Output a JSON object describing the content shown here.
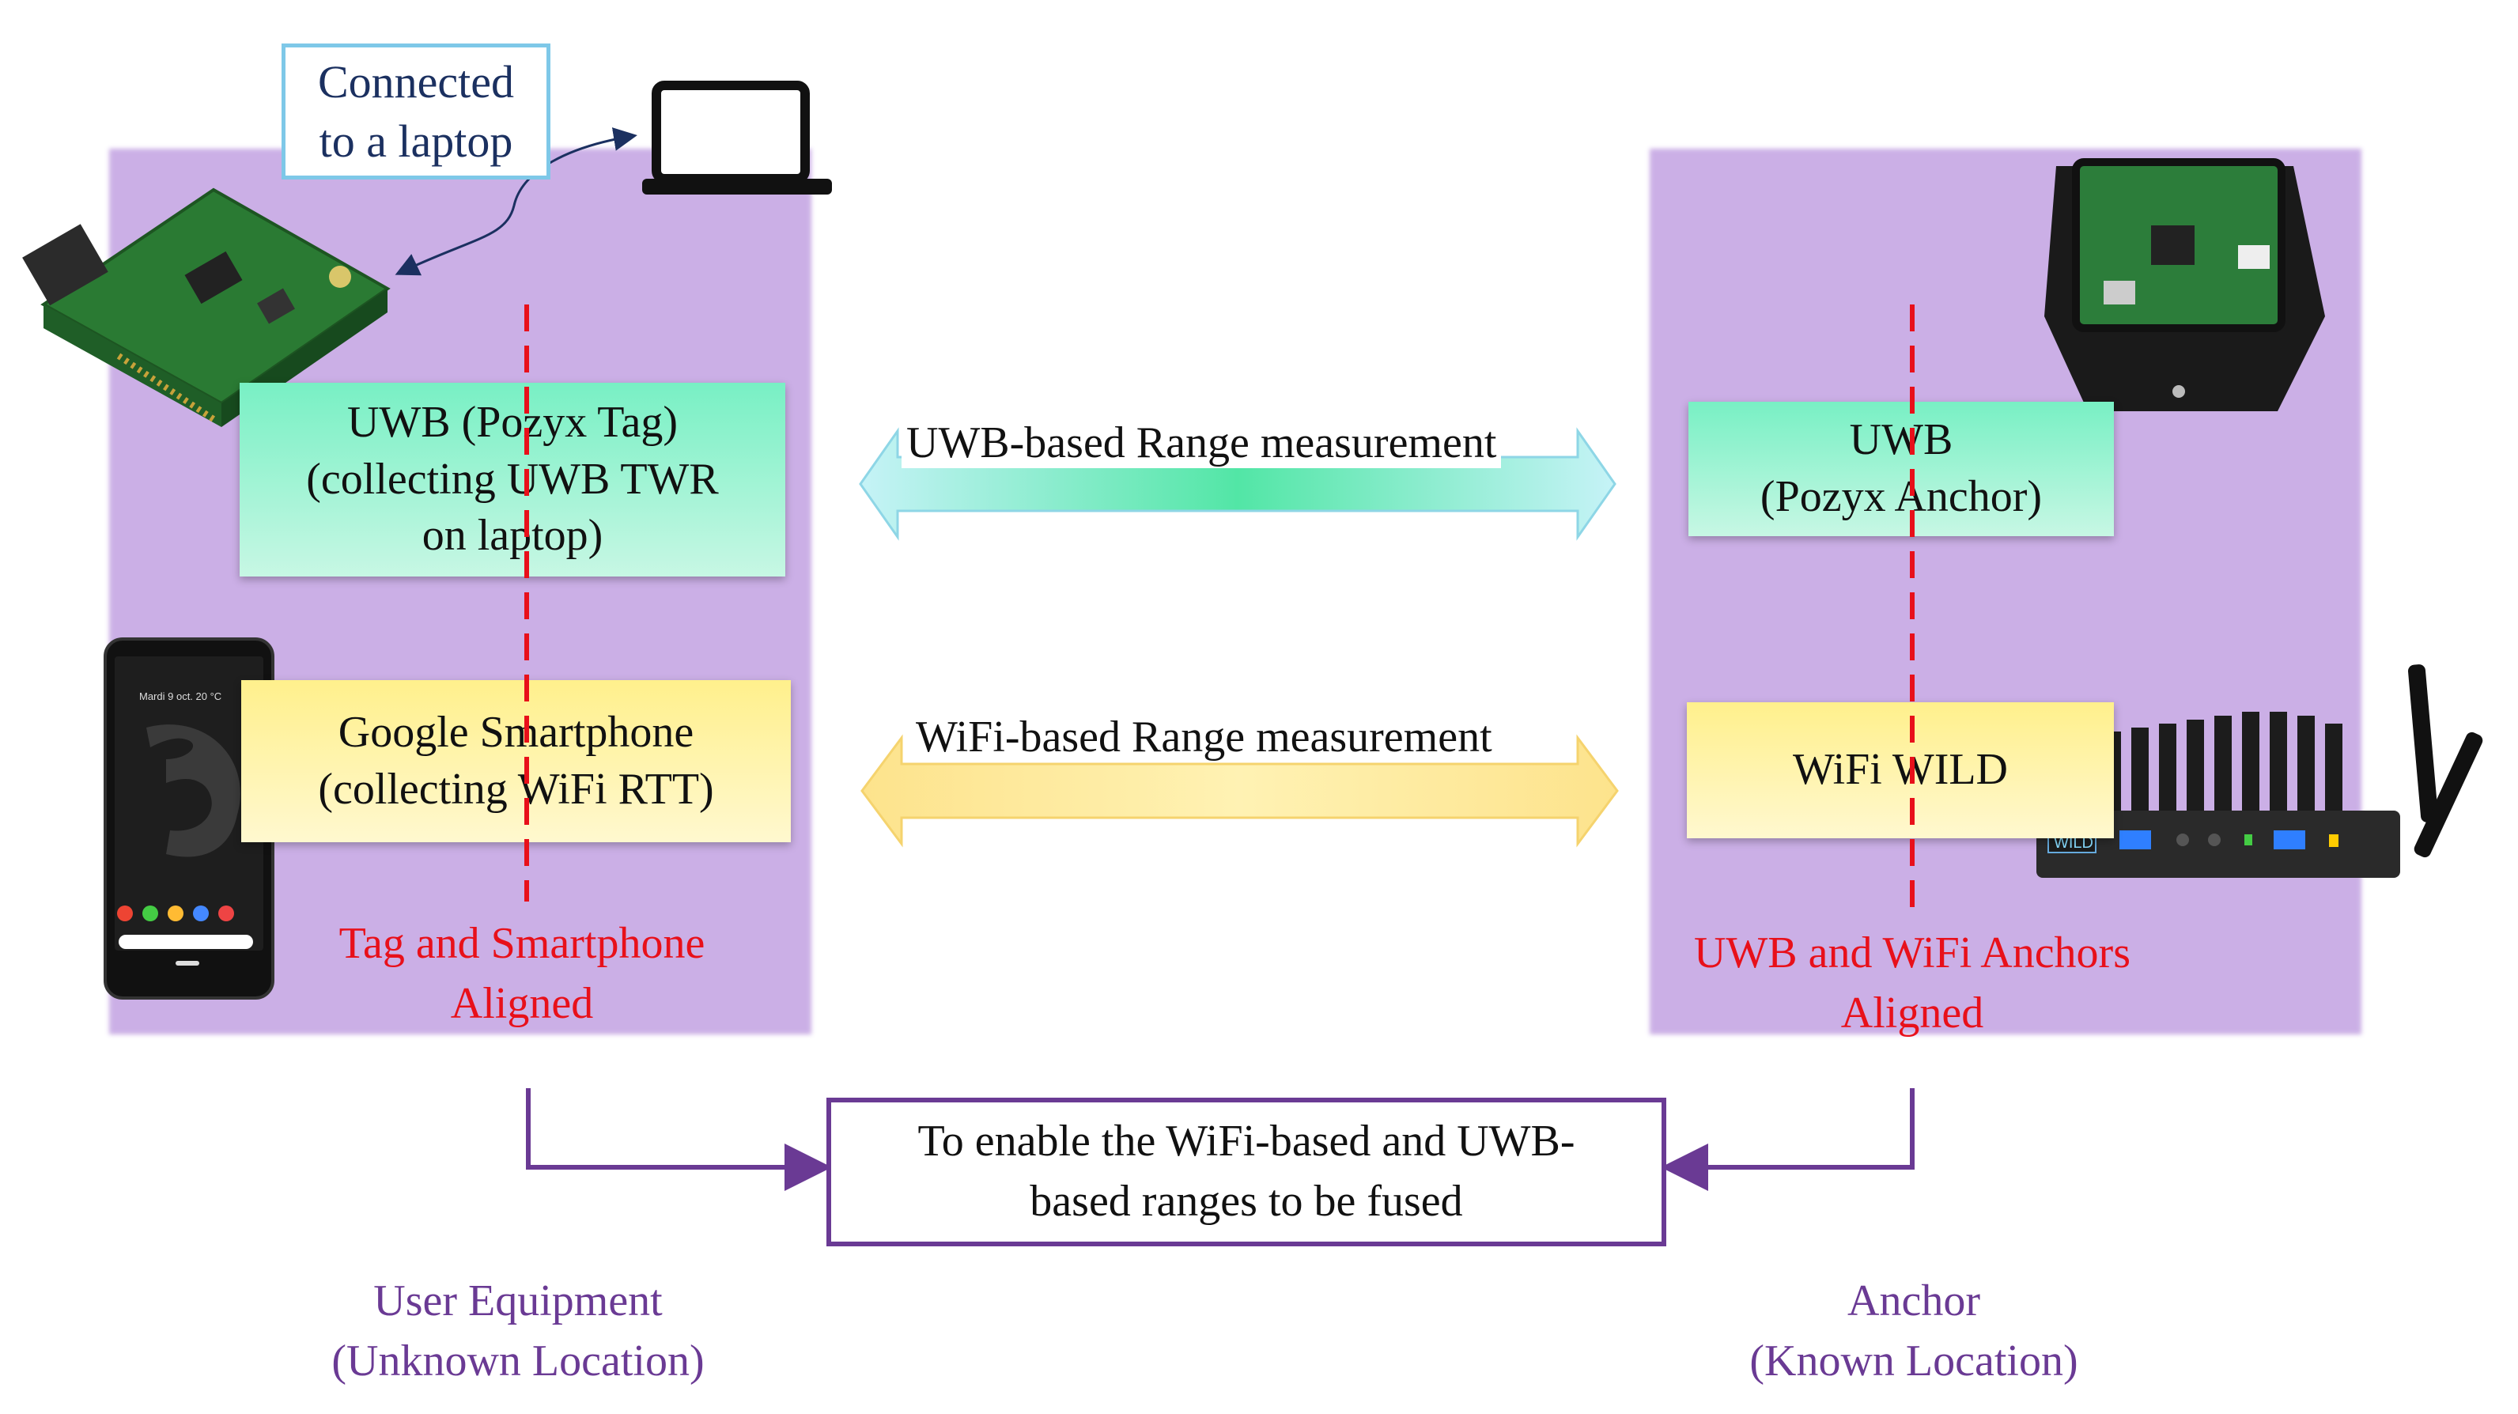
{
  "colors": {
    "panel": "#c7a9e4",
    "uwb_card": "#8ff2cc",
    "wifi_card": "#fff3a6",
    "aligned_text": "#e8101a",
    "location_text": "#6a3a94",
    "dashed_line": "#e8101a",
    "connector": "#6a3a94"
  },
  "callout": {
    "text": "Connected\nto a laptop"
  },
  "left": {
    "uwb_card": "UWB (Pozyx Tag)\n(collecting UWB TWR\non laptop)",
    "wifi_card": "Google Smartphone\n(collecting WiFi RTT)",
    "aligned": "Tag and Smartphone\nAligned",
    "location": "User Equipment\n(Unknown Location)",
    "phone_status": "Mardi 9 oct.  20 °C",
    "phone_digit": "3"
  },
  "right": {
    "uwb_card": "UWB\n(Pozyx Anchor)",
    "wifi_card": "WiFi WILD",
    "aligned": "UWB and WiFi Anchors\nAligned",
    "location": "Anchor\n(Known Location)",
    "router_logo": "WILD"
  },
  "links": {
    "uwb": "UWB-based Range measurement",
    "wifi": "WiFi-based Range measurement"
  },
  "fusion": {
    "text": "To enable the WiFi-based and UWB-\nbased ranges to be fused"
  },
  "icons": [
    "laptop-icon",
    "pozyx-tag-board-icon",
    "smartphone-icon",
    "pozyx-anchor-icon",
    "wild-router-icon"
  ]
}
